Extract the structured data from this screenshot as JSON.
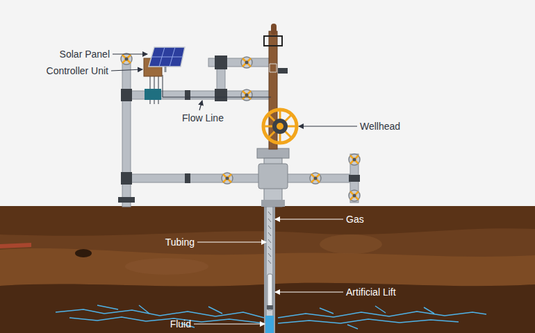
{
  "diagram": {
    "labels": [
      "Solar Panel",
      "Controller Unit",
      "Flow Line",
      "Wellhead",
      "Gas",
      "Tubing",
      "Artificial Lift",
      "Fluid"
    ]
  }
}
